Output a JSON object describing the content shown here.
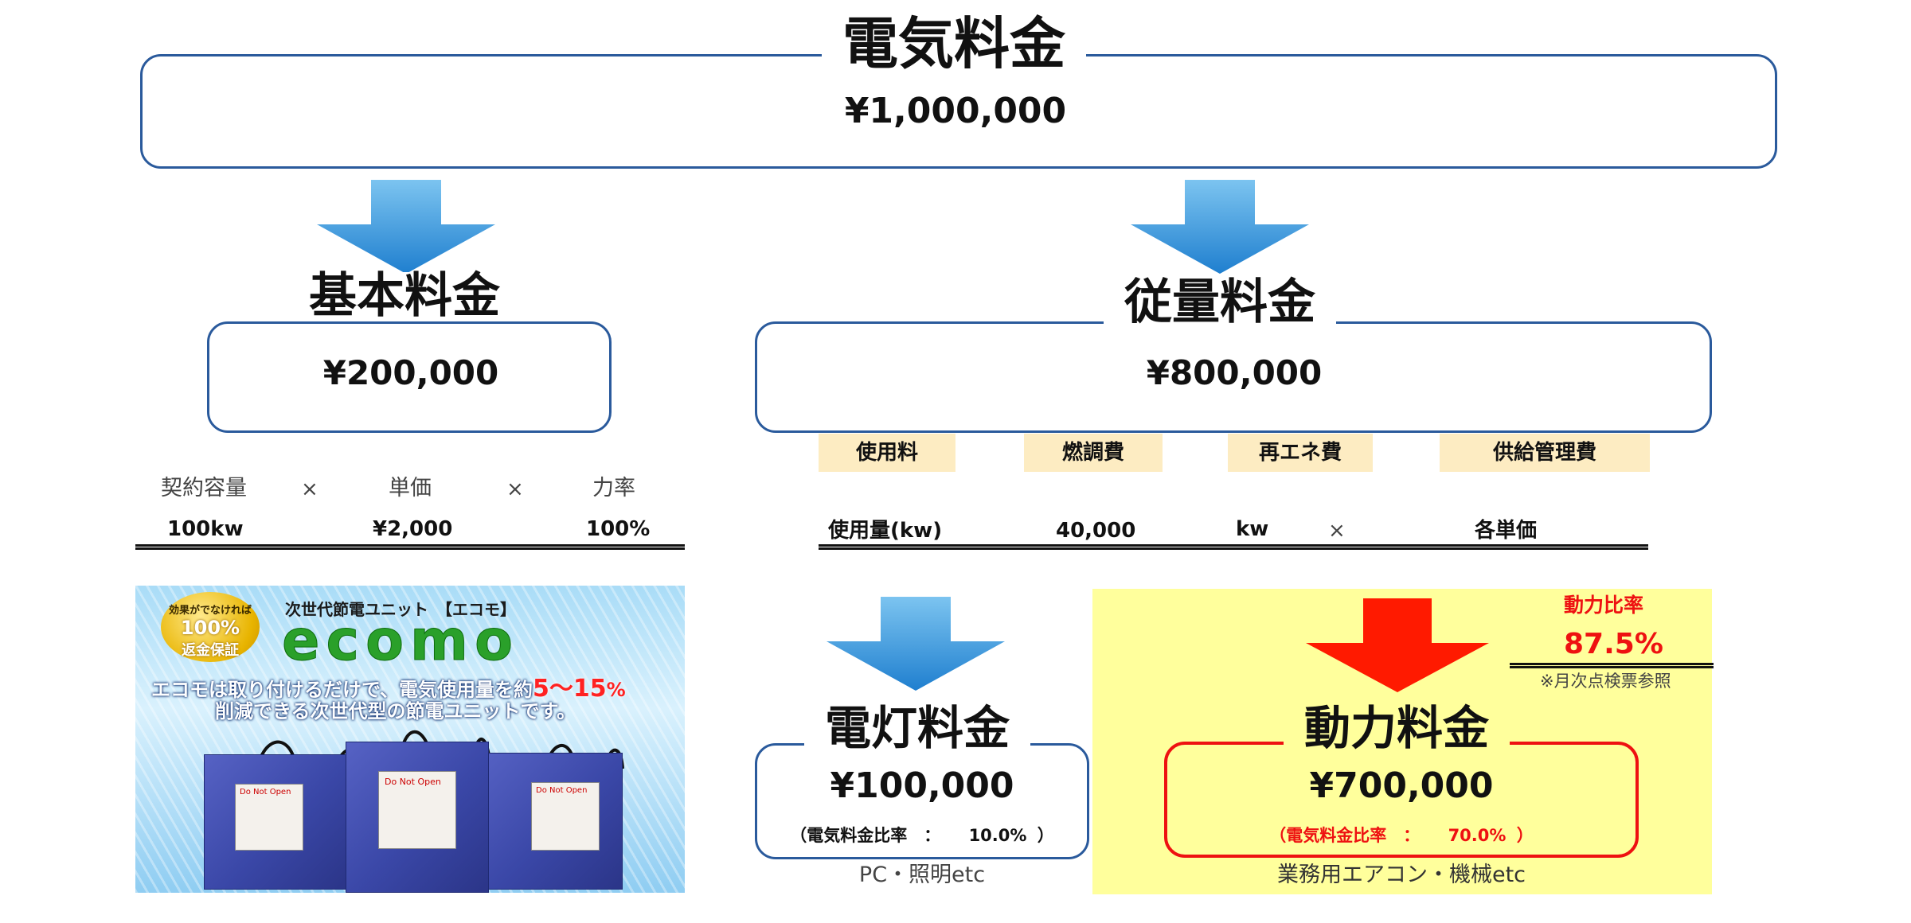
{
  "total": {
    "title": "電気料金",
    "amount": "¥1,000,000"
  },
  "basic": {
    "title": "基本料金",
    "amount": "¥200,000",
    "formula_headers": [
      "契約容量",
      "×",
      "単価",
      "×",
      "力率"
    ],
    "formula_values": [
      "100kw",
      "¥2,000",
      "100%"
    ]
  },
  "usage": {
    "title": "従量料金",
    "amount": "¥800,000",
    "tags": [
      "使用料",
      "燃調費",
      "再エネ費",
      "供給管理費"
    ],
    "formula": [
      "使用量(kw)",
      "40,000",
      "kw",
      "×",
      "各単価"
    ]
  },
  "lighting": {
    "title": "電灯料金",
    "amount": "¥100,000",
    "ratio_label": "（電気料金比率　：",
    "ratio_value": "10.0%",
    "ratio_close": "）",
    "caption": "PC・照明etc"
  },
  "power": {
    "title": "動力料金",
    "amount": "¥700,000",
    "ratio_label": "（電気料金比率　：",
    "ratio_value": "70.0%",
    "ratio_close": "）",
    "caption": "業務用エアコン・機械etc",
    "power_ratio_label": "動力比率",
    "power_ratio_value": "87.5%",
    "power_ratio_note": "※月次点検票参照"
  },
  "ad": {
    "badge_line1": "効果がでなければ",
    "badge_line2": "100%",
    "badge_line3": "返金保証",
    "headline_small": "次世代節電ユニット　【エコモ】",
    "logo": "ecomo",
    "copy_line1_a": "エコモは取り付けるだけで、電気使用量を約",
    "copy_line1_b": "5～15",
    "copy_line1_c": "%",
    "copy_line2": "削減できる次世代型の節電ユニットです。",
    "device_label": "Do Not Open"
  },
  "colors": {
    "box_border": "#2a5a9c",
    "arrow_blue": "#2a8fd6",
    "arrow_red": "#ff1a00",
    "power_bg": "#ffff9c",
    "tag_bg": "#fdecc2",
    "accent_red": "#ee1111"
  }
}
